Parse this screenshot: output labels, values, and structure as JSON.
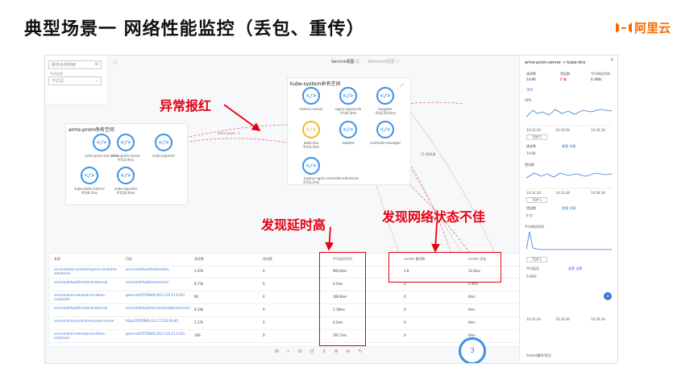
{
  "slide_title": "典型场景一 网络性能监控（丢包、重传）",
  "logo_text": "阿里云",
  "annotations": {
    "alert_red": "异常报红",
    "high_latency": "发现延时高",
    "bad_network": "发现网络状态不佳"
  },
  "left_panel": {
    "search_placeholder": "服务名称搜索",
    "filter_label": "节点过滤",
    "filter_value": "不过滤"
  },
  "tabs": {
    "service": "Service视图 ⓘ",
    "workload": "Workload视图 ⓘ"
  },
  "namespaces": {
    "arms": "arms-prom命名空间",
    "kube": "kube-system命名空间"
  },
  "arms_nodes": [
    {
      "label": "arms-prom-ack-arms"
    },
    {
      "label": "arms-prom-server",
      "latency": "平均1.9ms"
    },
    {
      "label": "node-exporter"
    },
    {
      "label": "kube-state-metrics",
      "latency": "平均0.2ms"
    },
    {
      "label": "node-exporter",
      "latency": "平均56.6ms"
    }
  ],
  "kube_nodes": [
    {
      "label": "metrics-server"
    },
    {
      "label": "nginx-ingress-lb",
      "latency": "平均0.4ms"
    },
    {
      "label": "heapster",
      "latency": "平均120.8ms"
    },
    {
      "label": "kube-dns",
      "latency": "平均3.2ms"
    },
    {
      "label": "kubelet"
    },
    {
      "label": "controller-manager"
    },
    {
      "label": "ingress-nginx-controller-admission",
      "latency": "平均3.2ms"
    }
  ],
  "edge_labels": [
    "arms-prom ->",
    "51-服务器"
  ],
  "table": {
    "headers": [
      "来源",
      "目标",
      "请求数",
      "错误数",
      "平均延迟时间",
      "socket 重传数",
      "socket 丢包"
    ],
    "rows": [
      [
        "service/kube-system/ingress-controller-admission",
        "service/default/kubernetes",
        "1.07k",
        "0",
        "903.6ms",
        "1.8",
        "12.6ms"
      ],
      [
        "service/default/frontend-external",
        "service/default/cartservice",
        "8.73k",
        "0",
        "3.2ms",
        "0",
        "0.9ms"
      ],
      [
        "service/arms-demo/arms-demo-composer",
        "generic/EXTERNAL/203.119.213.443",
        "60",
        "0",
        "168.8ms",
        "0",
        "0ms"
      ],
      [
        "service/default/frontend-external",
        "service/default/recommendationservice",
        "8.33k",
        "0",
        "1.18ms",
        "0",
        "0ms"
      ],
      [
        "service/arms-prom/arms-prom-server",
        "http/EXTERNAL/10.172.83.63:80",
        "1.17k",
        "0",
        "0.2ms",
        "0",
        "0ms"
      ],
      [
        "service/arms-demo/arms-demo-composer",
        "generic/EXTERNAL/203.119.213.443",
        "166",
        "0",
        "165.7ms",
        "0",
        "0ms"
      ]
    ]
  },
  "right_panel": {
    "title": "arms-prom-server → kube-dns",
    "stats": [
      {
        "label": "请求数",
        "value": "14.6K"
      },
      {
        "label": "错误数",
        "value": "0 笔"
      },
      {
        "label": "平均响应时间",
        "value": "0.184s"
      }
    ],
    "section_qps": "QPS",
    "section_err": "错误数",
    "section_rt": "平均响应时间",
    "top_label": "TOP 5",
    "x_ticks": [
      "14:31:34",
      "14:32:34",
      "14:33:34",
      "14:34:34"
    ],
    "mini": [
      {
        "k": "请求数",
        "v": "14.6K",
        "op": "查看 详情"
      },
      {
        "k": "错误数",
        "v": "0 次",
        "op": "查看 详情"
      },
      {
        "k": "平均延迟",
        "v": "0.08%",
        "op": "查看 详情"
      }
    ],
    "footer": "Socket重传/丢包"
  },
  "badge_value": "3",
  "toolbar_icons": [
    "⊞",
    "⌕",
    "⊟",
    "⊡",
    "↕",
    "⊕",
    "⊖",
    "↻"
  ]
}
